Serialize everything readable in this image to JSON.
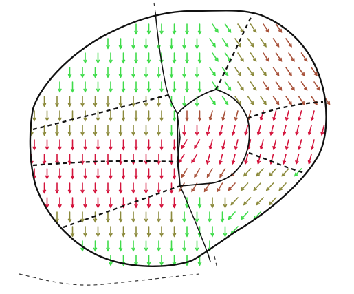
{
  "diagram": {
    "kind": "vector field on segmented surface mesh",
    "icon": "vector-arrow-icon",
    "colors": {
      "background": "#ffffff",
      "outline": "#111111",
      "arrow_green": "#3fdc4a",
      "arrow_olive": "#8c8a3c",
      "arrow_brown": "#a8523a",
      "arrow_red": "#d4143c"
    },
    "arrow_color_bins": [
      {
        "key": "green",
        "color": "#3fdc4a"
      },
      {
        "key": "olive",
        "color": "#8c8a3c"
      },
      {
        "key": "brown",
        "color": "#a8523a"
      },
      {
        "key": "red",
        "color": "#d4143c"
      }
    ]
  }
}
